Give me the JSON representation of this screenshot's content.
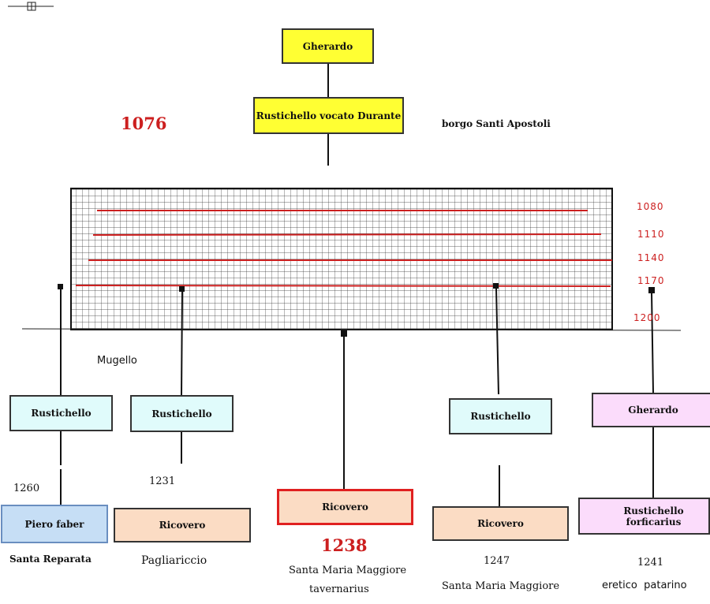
{
  "colors": {
    "yellow": "#ffff33",
    "cyan_light": "#e0fbfb",
    "peach": "#fbdcc4",
    "lavender": "#fbdcfb",
    "blue_light": "#c6def5",
    "highlight_border": "#e02020",
    "timeline_red": "#cc1f1f"
  },
  "top": {
    "root": "Gherardo",
    "child": "Rustichello vocato Durante",
    "year": "1076",
    "place": "borgo Santi Apostoli"
  },
  "timeline": {
    "icon": "table-grid-icon",
    "years": [
      "1080",
      "1110",
      "1140",
      "1170",
      "1200"
    ]
  },
  "places": {
    "mugello": "Mugello"
  },
  "branches": [
    {
      "upper": "Rustichello",
      "lower": "Piero faber",
      "year": "1260",
      "place": "Santa Reparata",
      "extra": ""
    },
    {
      "upper": "Rustichello",
      "lower": "Ricovero",
      "year": "1231",
      "place": "Pagliariccio",
      "extra": ""
    },
    {
      "upper": "",
      "lower": "Ricovero",
      "year": "1238",
      "place": "Santa Maria Maggiore",
      "extra": "tavernarius"
    },
    {
      "upper": "Rustichello",
      "lower": "Ricovero",
      "year": "1247",
      "place": "Santa Maria Maggiore",
      "extra": ""
    },
    {
      "upper": "Gherardo",
      "lower": "Rustichello forficarius",
      "year": "1241",
      "place": "eretico  patarino",
      "extra": ""
    }
  ]
}
